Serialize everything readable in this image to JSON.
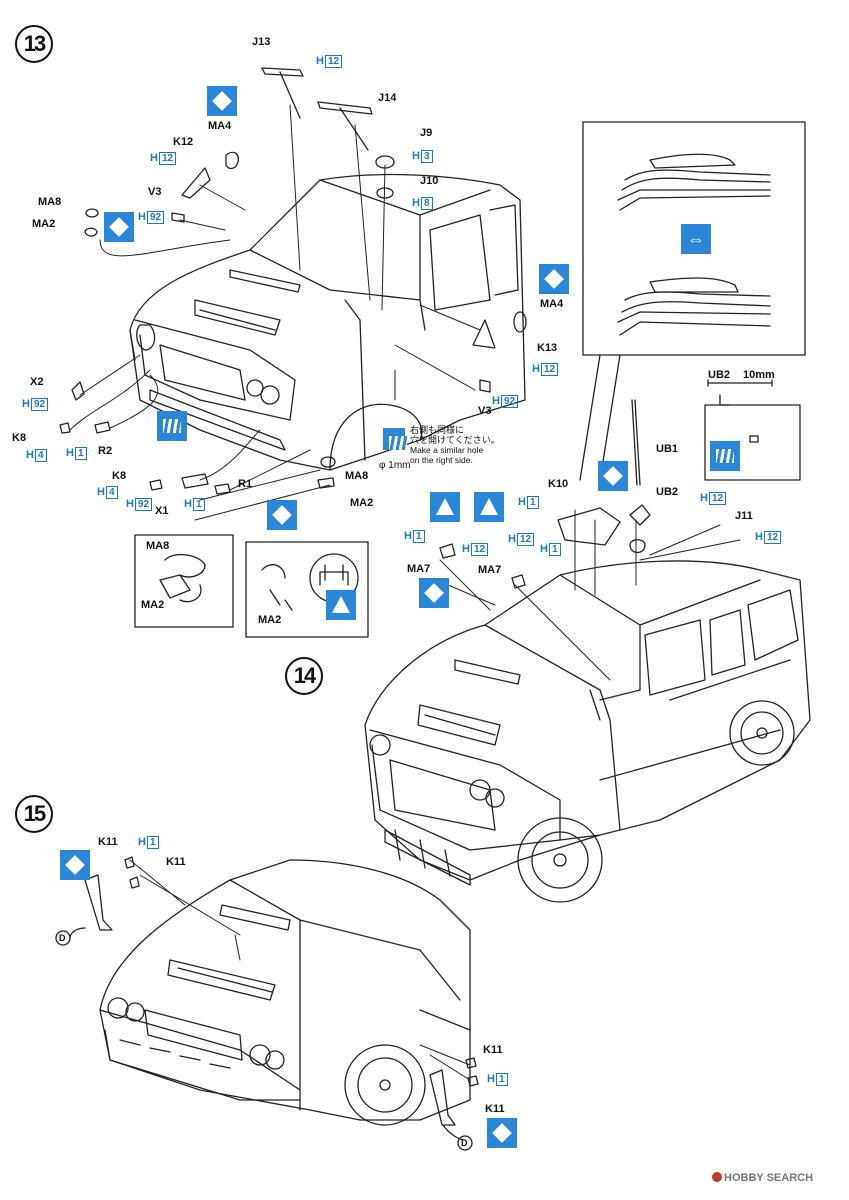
{
  "steps": [
    {
      "number": "13"
    },
    {
      "number": "14"
    },
    {
      "number": "15"
    }
  ],
  "labels": {
    "j13": "J13",
    "j14": "J14",
    "j9": "J9",
    "j10": "J10",
    "ma4_top": "MA4",
    "k12": "K12",
    "ma8_top": "MA8",
    "ma2_top": "MA2",
    "v3_top": "V3",
    "ma4_right": "MA4",
    "k13": "K13",
    "v3_right": "V3",
    "x2": "X2",
    "k8_left": "K8",
    "r2": "R2",
    "k8_mid": "K8",
    "r1": "R1",
    "x1": "X1",
    "ma8_mid": "MA8",
    "ma2_mid": "MA2",
    "ma8_box": "MA8",
    "ma2_box": "MA2",
    "ma2_box2": "MA2",
    "k10": "K10",
    "ub1": "UB1",
    "ub2": "UB2",
    "j11": "J11",
    "ma7_left": "MA7",
    "ma7_mid": "MA7",
    "ub2_detail": "UB2",
    "ub2_size": "10mm",
    "k11_a": "K11",
    "k11_b": "K11",
    "k11_c": "K11",
    "k11_d": "K11",
    "d_left": "D",
    "d_right": "D"
  },
  "paints": [
    {
      "id": "h12_j13",
      "code": "H",
      "num": "12"
    },
    {
      "id": "h3_j9",
      "code": "H",
      "num": "3"
    },
    {
      "id": "h8_j10",
      "code": "H",
      "num": "8"
    },
    {
      "id": "h12_k12",
      "code": "H",
      "num": "12"
    },
    {
      "id": "h92_v3",
      "code": "H",
      "num": "92"
    },
    {
      "id": "h12_k13",
      "code": "H",
      "num": "12"
    },
    {
      "id": "h92_v3r",
      "code": "H",
      "num": "92"
    },
    {
      "id": "h92_x2",
      "code": "H",
      "num": "92"
    },
    {
      "id": "h4_k8",
      "code": "H",
      "num": "4"
    },
    {
      "id": "h1_r2",
      "code": "H",
      "num": "1"
    },
    {
      "id": "h4_k8m",
      "code": "H",
      "num": "4"
    },
    {
      "id": "h92_x1",
      "code": "H",
      "num": "92"
    },
    {
      "id": "h1_r1",
      "code": "H",
      "num": "1"
    },
    {
      "id": "h1_k10",
      "code": "H",
      "num": "1"
    },
    {
      "id": "h12_ub2",
      "code": "H",
      "num": "12"
    },
    {
      "id": "h12_j11",
      "code": "H",
      "num": "12"
    },
    {
      "id": "h1_ma7a",
      "code": "H",
      "num": "1"
    },
    {
      "id": "h12_ma7a",
      "code": "H",
      "num": "12"
    },
    {
      "id": "h12_ma7b",
      "code": "H",
      "num": "12"
    },
    {
      "id": "h1_ma7b",
      "code": "H",
      "num": "1"
    },
    {
      "id": "h1_k11a",
      "code": "H",
      "num": "1"
    },
    {
      "id": "h1_k11b",
      "code": "H",
      "num": "1"
    }
  ],
  "hole_note": {
    "jp_line1": "右側も同様に",
    "jp_line2": "穴を開けてください。",
    "en_line1": "Make a similar hole",
    "en_line2": "on the right side.",
    "diameter": "φ 1mm"
  },
  "watermark": {
    "text": "HOBBY SEARCH"
  },
  "colors": {
    "accent": "#2a86d6",
    "paint_text": "#1a77c9"
  }
}
